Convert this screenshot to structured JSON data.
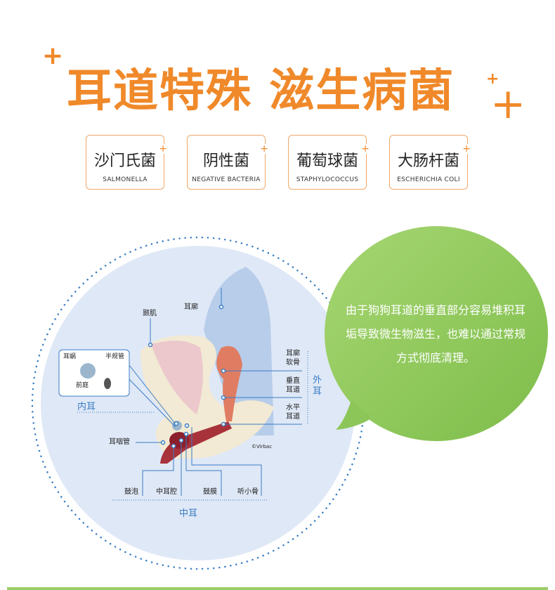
{
  "title": "耳道特殊 滋生病菌",
  "badges": [
    {
      "cn": "沙门氏菌",
      "en": "SALMONELLA"
    },
    {
      "cn": "阴性菌",
      "en": "NEGATIVE BACTERIA"
    },
    {
      "cn": "葡萄球菌",
      "en": "STAPHYLOCOCCUS"
    },
    {
      "cn": "大肠杆菌",
      "en": "ESCHERICHIA COLI"
    }
  ],
  "diagram": {
    "labels": {
      "nieji": "颞肌",
      "erkuo": "耳廓",
      "erwo": "耳蜗",
      "bangui": "半规管",
      "qianting": "前庭",
      "neier": "内耳",
      "eryanguan": "耳咽管",
      "erkuo_ruangu": "耳廓软骨",
      "chuizhi": "垂直耳道",
      "shuiping": "水平耳道",
      "waier": "外耳",
      "gupao": "鼓泡",
      "zhongerqiang": "中耳腔",
      "gumo": "鼓膜",
      "tingxiaogu": "听小骨",
      "zhonger": "中耳",
      "credit": "©Virbac"
    }
  },
  "bubble_text": "由于狗狗耳道的垂直部分容易堆积耳垢导致微生物滋生，也难以通过常规方式彻底清理。",
  "colors": {
    "accent": "#f0892a",
    "green": "#8cc659",
    "blue": "#3a7cc4"
  }
}
